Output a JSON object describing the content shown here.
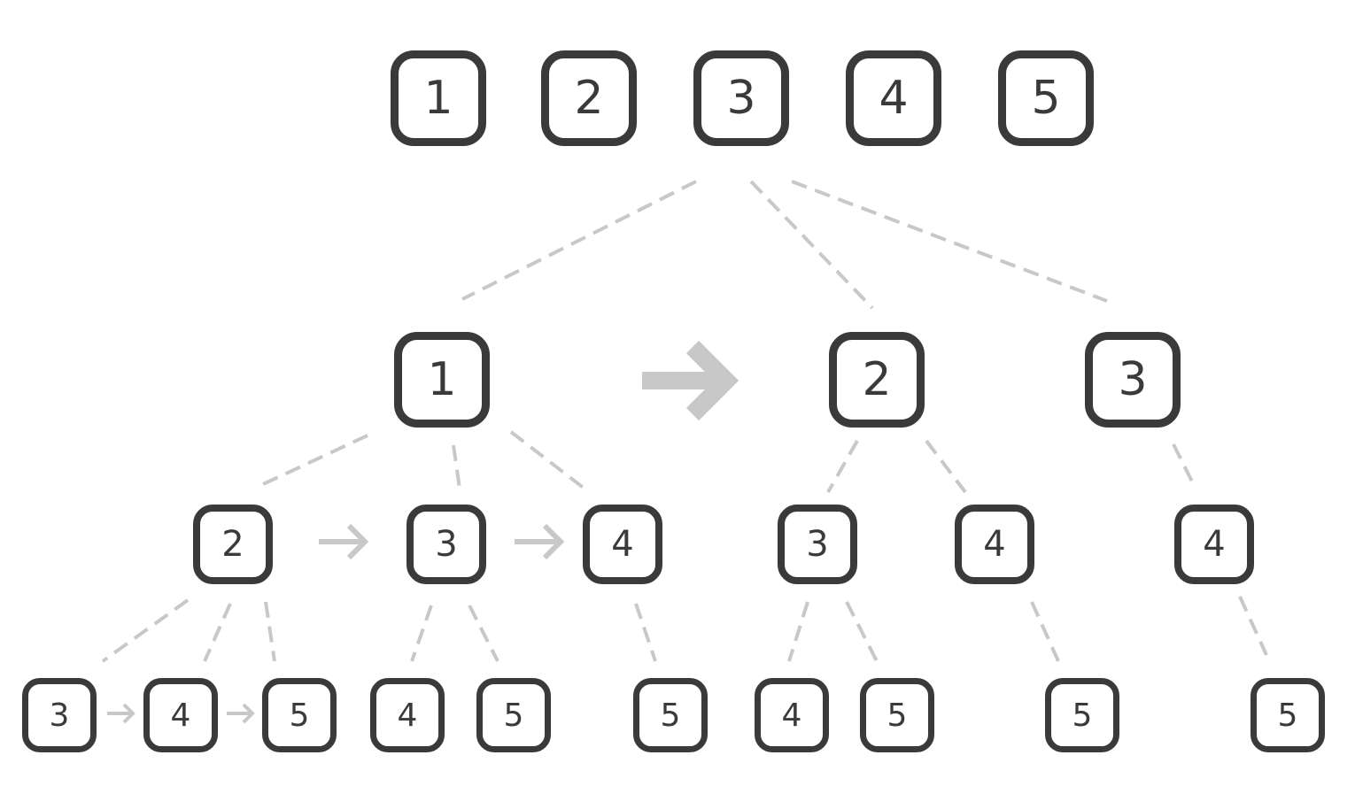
{
  "colors": {
    "selected": "#0a6fbd",
    "unselected": "#c5c5c5",
    "edge": "#c8c8c8",
    "text": "#3a3a3a"
  },
  "top_row": [
    "1",
    "2",
    "3",
    "4",
    "5"
  ],
  "level1": [
    "1",
    "2",
    "3"
  ],
  "level2": [
    "2",
    "3",
    "4",
    "3",
    "4",
    "4"
  ],
  "level3": [
    "3",
    "4",
    "5",
    "4",
    "5",
    "5",
    "4",
    "5",
    "5",
    "5"
  ]
}
